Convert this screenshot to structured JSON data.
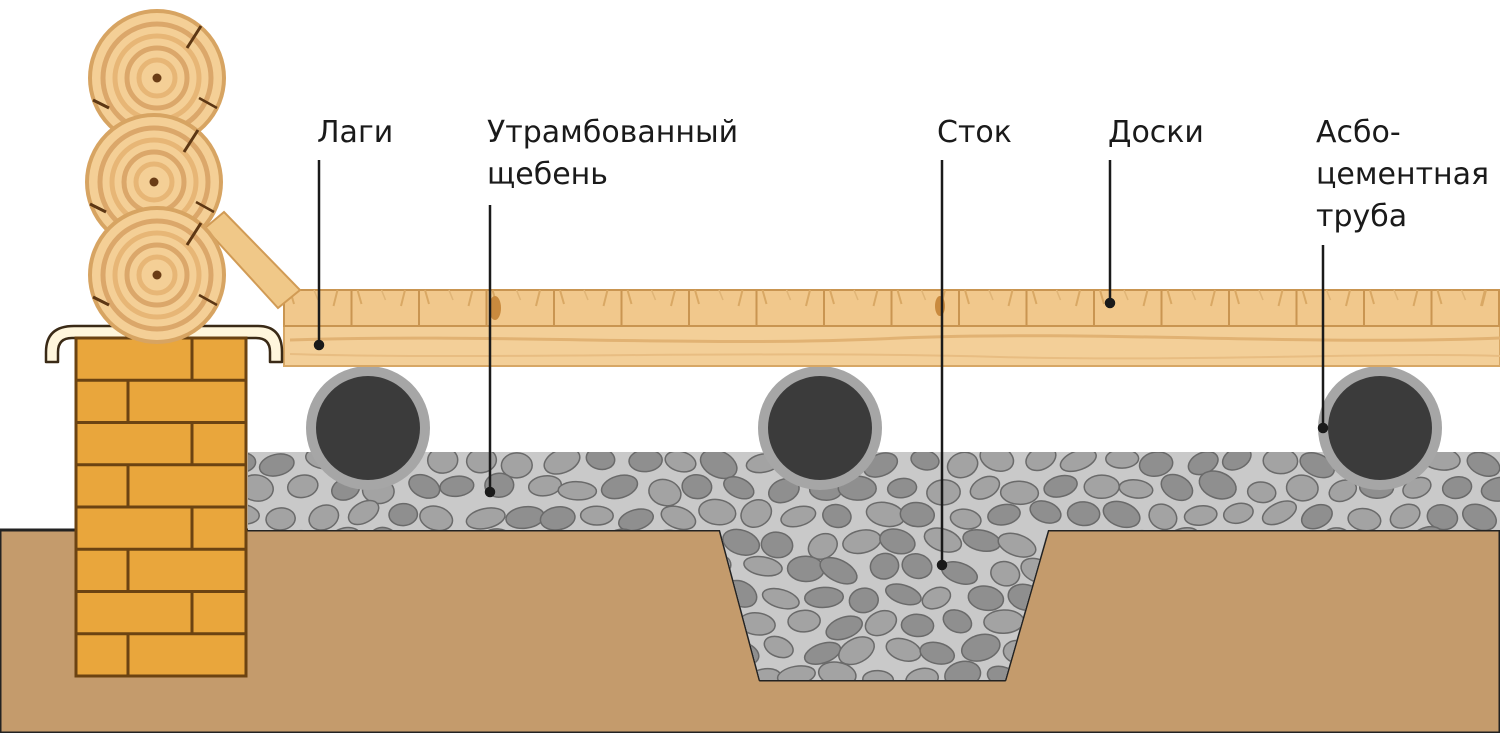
{
  "labels": {
    "lagi": "Лаги",
    "gravel_line1": "Утрамбованный",
    "gravel_line2": "щебень",
    "drain": "Сток",
    "boards": "Доски",
    "pipe_line1": "Асбо-",
    "pipe_line2": "цементная",
    "pipe_line3": "труба"
  },
  "colors": {
    "soil": "#c49b6c",
    "soil_line": "#222222",
    "brick": "#e9a63c",
    "mortar": "#6b4312",
    "log_light": "#f4cf96",
    "log_dark": "#d6a462",
    "board": "#f1c88c",
    "pipe": "#3b3b3b",
    "pipe_rim": "#a6a6a6",
    "gravel_bg": "#c9c9c9",
    "stone": "#8f8f8f",
    "stone_edge": "#666666",
    "leader": "#1a1a1a"
  },
  "icons": [
    "log-icon",
    "brick-pillar-icon",
    "pipe-icon",
    "gravel-icon",
    "board-icon"
  ]
}
